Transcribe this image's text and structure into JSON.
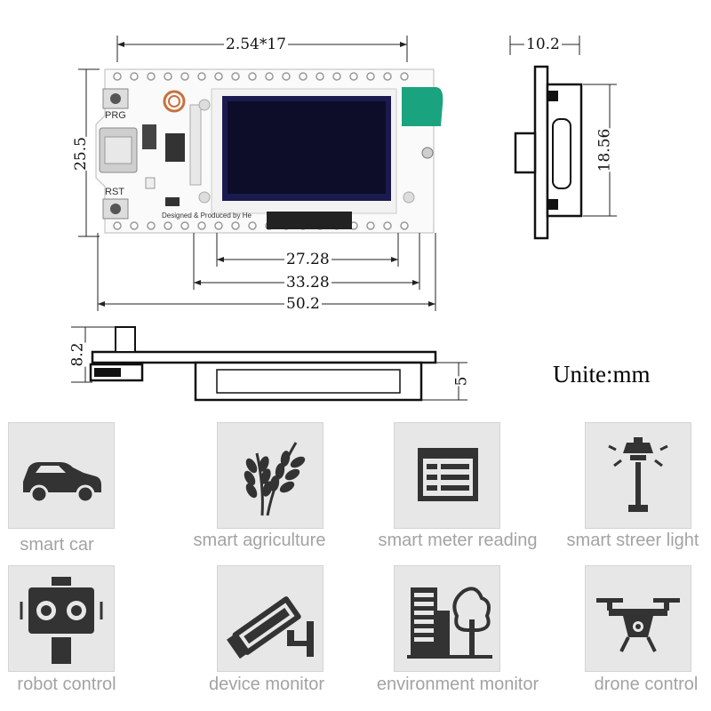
{
  "dimensions": {
    "pin_pitch": "2.54*17",
    "side_width": "10.2",
    "height": "25.5",
    "side_height": "18.56",
    "screen_inner": "27.28",
    "screen_outer": "33.28",
    "total_length": "50.2",
    "side_total": "8.2",
    "screen_thickness": "5"
  },
  "unit_label": "Unite:mm",
  "board": {
    "prg_label": "PRG",
    "rst_label": "RST",
    "credit": "Designed & Produced by He"
  },
  "applications": [
    {
      "label": "smart car",
      "icon": "car-icon"
    },
    {
      "label": "smart agriculture",
      "icon": "wheat-icon"
    },
    {
      "label": "smart meter reading",
      "icon": "meter-icon"
    },
    {
      "label": "smart streer light",
      "icon": "street-light-icon"
    },
    {
      "label": "robot control",
      "icon": "robot-icon"
    },
    {
      "label": "device monitor",
      "icon": "camera-icon"
    },
    {
      "label": "environment monitor",
      "icon": "city-tree-icon"
    },
    {
      "label": "drone control",
      "icon": "drone-icon"
    }
  ],
  "colors": {
    "icon": "#333333",
    "tile": "#e7e7e7",
    "label": "#a3a3a3",
    "antenna": "#1aa37f"
  }
}
